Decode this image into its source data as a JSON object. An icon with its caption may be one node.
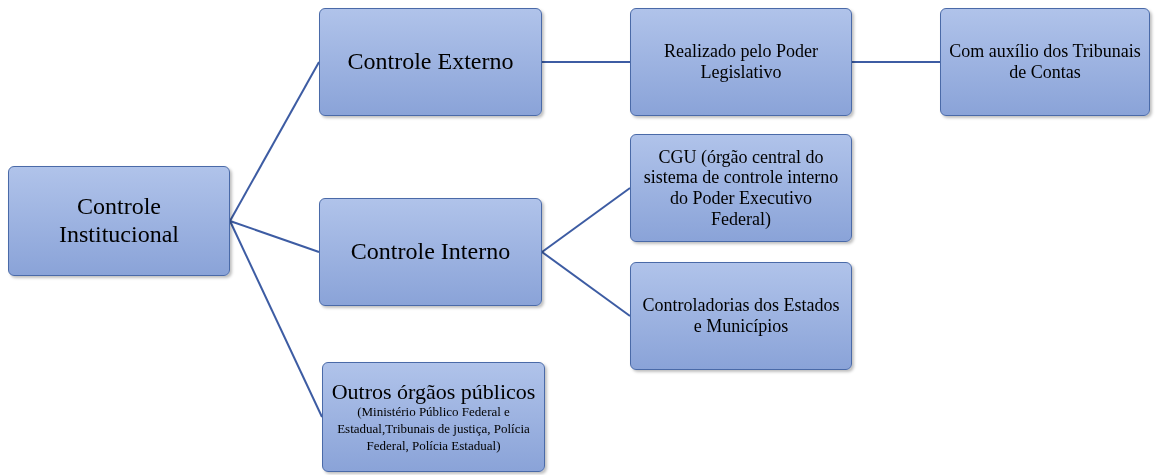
{
  "diagram": {
    "nodes": [
      {
        "text": [
          "Controle Institucional"
        ]
      },
      {
        "text": [
          "Controle Externo"
        ]
      },
      {
        "text": [
          "Controle Interno"
        ]
      },
      {
        "text": [
          "Outros órgãos públicos",
          "(Ministério Público Federal e Estadual,Tribunais de justiça, Polícia Federal, Polícia Estadual)"
        ]
      },
      {
        "text": [
          "Realizado pelo Poder Legislativo"
        ]
      },
      {
        "text": [
          "Com auxílio dos Tribunais de Contas"
        ]
      },
      {
        "text": [
          "CGU (órgão central do sistema de controle interno do Poder Executivo Federal)"
        ]
      },
      {
        "text": [
          "Controladorias dos Estados e Municípios"
        ]
      }
    ],
    "edges": [
      {
        "from": 0,
        "to": 1,
        "arrow": "none"
      },
      {
        "from": 0,
        "to": 2,
        "arrow": "none"
      },
      {
        "from": 0,
        "to": 3,
        "arrow": "none"
      },
      {
        "from": 1,
        "to": 4,
        "arrow": "none"
      },
      {
        "from": 4,
        "to": 5,
        "arrow": "none"
      },
      {
        "from": 2,
        "to": 6,
        "arrow": "none"
      },
      {
        "from": 2,
        "to": 7,
        "arrow": "none"
      }
    ]
  }
}
